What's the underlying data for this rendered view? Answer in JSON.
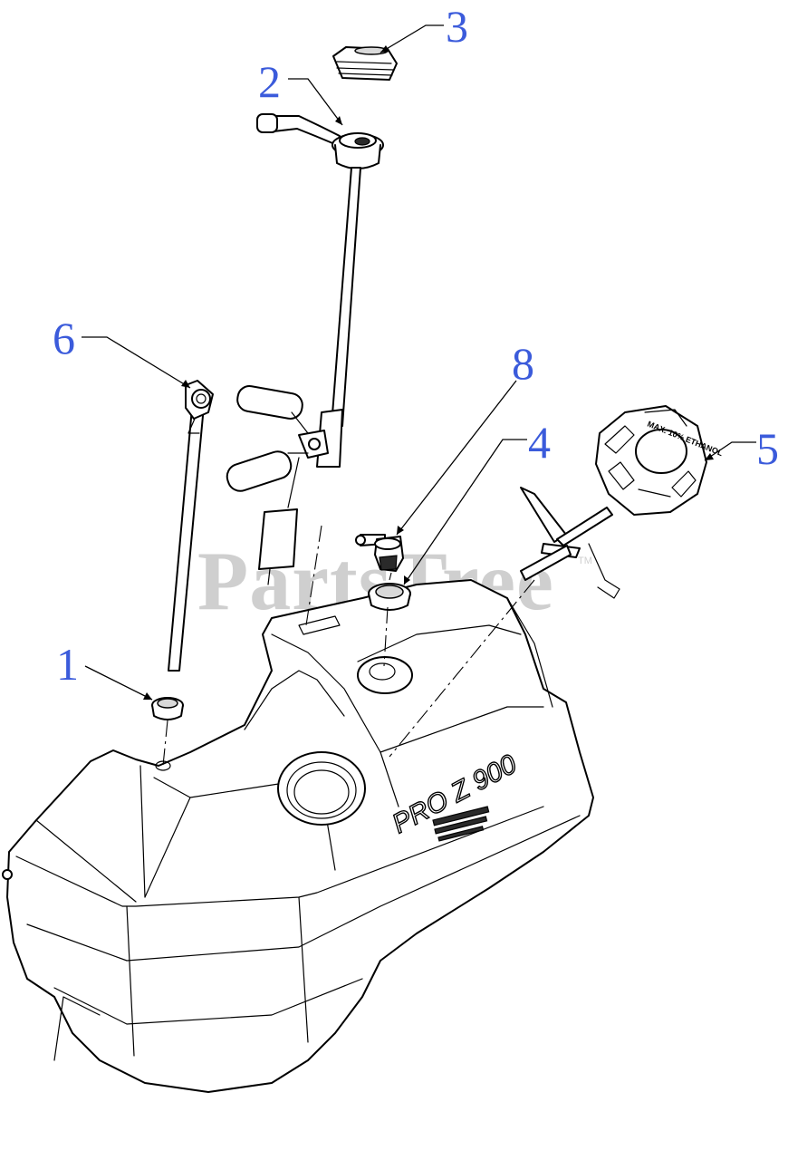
{
  "watermark": {
    "text": "PartsTree",
    "trademark": "TM"
  },
  "tank": {
    "model_label": "PRO Z 900"
  },
  "fuel_cap": {
    "warning_text": "MAX. 10% ETHANOL"
  },
  "callouts": [
    {
      "id": "1",
      "label": "1",
      "part": "grommet"
    },
    {
      "id": "2",
      "label": "2",
      "part": "fuel-gauge-sender"
    },
    {
      "id": "3",
      "label": "3",
      "part": "gauge-cover"
    },
    {
      "id": "4",
      "label": "4",
      "part": "grommet"
    },
    {
      "id": "5",
      "label": "5",
      "part": "fuel-cap"
    },
    {
      "id": "6",
      "label": "6",
      "part": "fuel-pickup-tube"
    },
    {
      "id": "8",
      "label": "8",
      "part": "vent-fitting"
    }
  ],
  "colors": {
    "callout": "#3b5bdb",
    "watermark": "#cfcfcf",
    "line": "#000000"
  }
}
